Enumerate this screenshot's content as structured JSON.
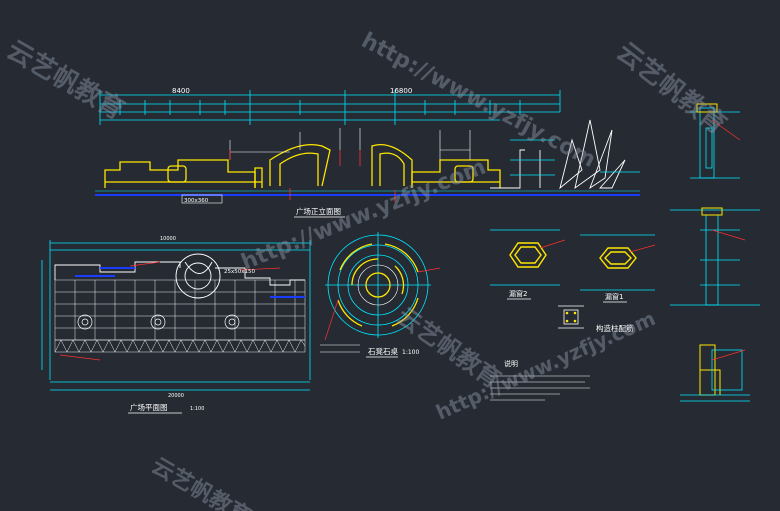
{
  "colors": {
    "background": "#252a33",
    "cyan": "#00e8ff",
    "yellow": "#ffe600",
    "white": "#ffffff",
    "blue": "#1a3cff",
    "red": "#ff3030",
    "green": "#31ff5a",
    "watermark": "#8f98a8"
  },
  "titles": {
    "front_elevation": "广场正立面图",
    "plaza_plan": "广场平面图",
    "plan_scale": "1:100",
    "stone_table": "石凳石桌",
    "stone_table_scale": "1:100",
    "leak_window_2": "漏窗2",
    "leak_window_1": "漏窗1",
    "column_rebar": "构造柱配筋",
    "notes_heading": "说明"
  },
  "dimensions": {
    "elevation_8400": "8400",
    "elevation_16800": "16800",
    "section_300x360": "300x360",
    "plan_10000": "10000",
    "plan_20000": "20000",
    "plan_grid": "25x50x150"
  },
  "watermarks": {
    "url": "http://www.yzfjy.com",
    "brand": "云艺帆教育"
  }
}
